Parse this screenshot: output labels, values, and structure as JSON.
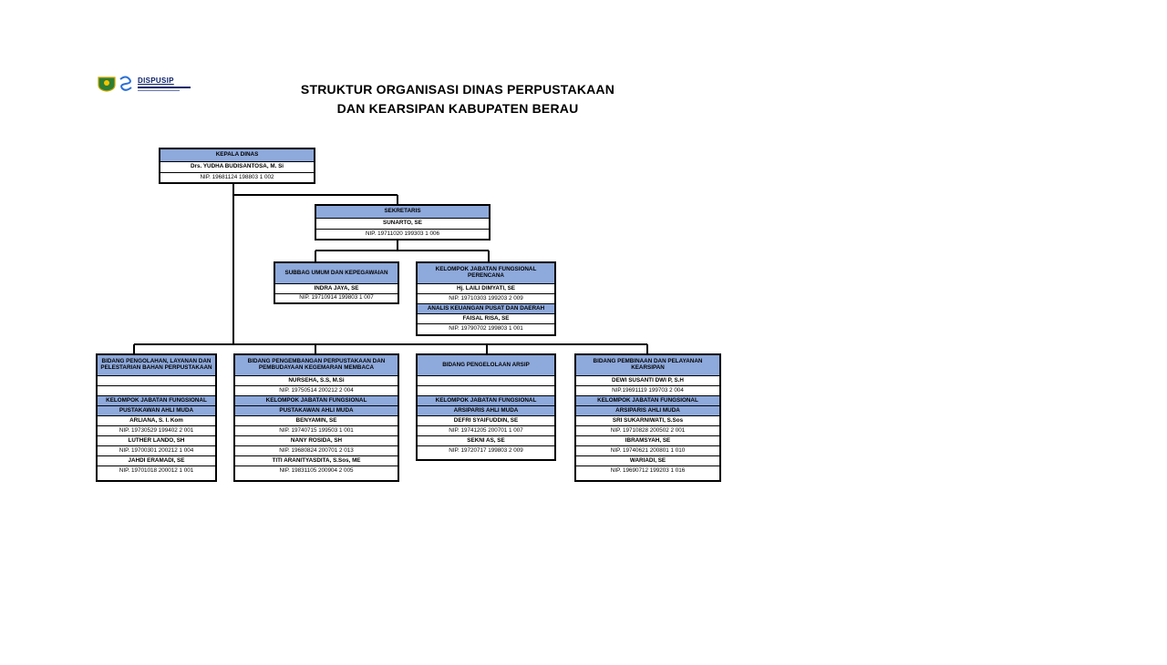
{
  "brand": {
    "name": "DISPUSIP"
  },
  "title": {
    "line1": "STRUKTUR ORGANISASI DINAS PERPUSTAKAAN",
    "line2": "DAN KEARSIPAN KABUPATEN BERAU"
  },
  "kepala": {
    "header": "KEPALA DINAS",
    "name": "Drs. YUDHA BUDISANTOSA, M. Si",
    "nip": "NIP. 19681124 198803 1 002"
  },
  "sekretaris": {
    "header": "SEKRETARIS",
    "name": "SUNARTO, SE",
    "nip": "NIP. 19711020 199303 1 006"
  },
  "subbag": {
    "header": "SUBBAG UMUM DAN KEPEGAWAIAN",
    "name": "INDRA JAYA, SE",
    "nip": "NIP. 19710914 199803 1 007"
  },
  "perencana": {
    "header": "KELOMPOK JABATAN FUNGSIONAL PERENCANA",
    "name": "Hj. LAILI DIMYATI, SE",
    "nip": "NIP. 19710303 199203 2 009",
    "header2": "ANALIS KEUANGAN PUSAT DAN DAERAH",
    "name2": "FAISAL RISA, SE",
    "nip2": "NIP. 19790702 199803 1 001"
  },
  "bidang1": {
    "header": "BIDANG PENGOLAHAN, LAYANAN DAN PELESTARIAN BAHAN PERPUSTAKAAN",
    "group_header": "KELOMPOK JABATAN FUNGSIONAL",
    "group_sub": "PUSTAKAWAN AHLI MUDA",
    "members": [
      {
        "name": "ARLIANA, S. I. Kom",
        "nip": "NIP. 19730529 199402 2 001"
      },
      {
        "name": "LUTHER LANDO, SH",
        "nip": "NIP. 19700301 200212 1 004"
      },
      {
        "name": "JAHDI ERAMADI, SE",
        "nip": "NIP. 19701018 200012 1 001"
      }
    ]
  },
  "bidang2": {
    "header": "BIDANG PENGEMBANGAN PERPUSTAKAAN DAN PEMBUDAYAAN KEGEMARAN MEMBACA",
    "head_name": "NURSEHA, S.S, M.Si",
    "head_nip": "NIP. 19750514 200212 2 004",
    "group_header": "KELOMPOK JABATAN FUNGSIONAL",
    "group_sub": "PUSTAKAWAN AHLI MUDA",
    "members": [
      {
        "name": "BENYAMIN, SE",
        "nip": "NIP. 19740715 199503 1 001"
      },
      {
        "name": "NANY ROSIDA, SH",
        "nip": "NIP. 19680824 200701 2 013"
      },
      {
        "name": "TITI ARANITYASDITA, S.Sos, ME",
        "nip": "NIP. 19831105 200904 2 005"
      }
    ]
  },
  "bidang3": {
    "header": "BIDANG PENGELOLAAN ARSIP",
    "group_header": "KELOMPOK JABATAN FUNGSIONAL",
    "group_sub": "ARSIPARIS AHLI MUDA",
    "members": [
      {
        "name": "DEFRI SYAIFUDDIN, SE",
        "nip": "NIP. 19741205 200701 1 007"
      },
      {
        "name": "SEKNI AS, SE",
        "nip": "NIP. 19720717 199803 2 009"
      }
    ]
  },
  "bidang4": {
    "header": "BIDANG PEMBINAAN DAN PELAYANAN KEARSIPAN",
    "head_name": "DEWI SUSANTI DWI P, S.H",
    "head_nip": "NIP.19691119 199703 2 004",
    "group_header": "KELOMPOK JABATAN FUNGSIONAL",
    "group_sub": "ARSIPARIS AHLI MUDA",
    "members": [
      {
        "name": "SRI SUKARNIWATI, S.Sos",
        "nip": "NIP. 19710828 200502 2 001"
      },
      {
        "name": "IBRAMSYAH, SE",
        "nip": "NIP. 19740621 200801 1 010"
      },
      {
        "name": "WARIADI, SE",
        "nip": "NIP. 19690712 199203 1 016"
      }
    ]
  },
  "colors": {
    "header_fill": "#8ea9db",
    "border": "#000000"
  },
  "icons": {
    "logo_emblem": "berau-emblem-icon"
  }
}
